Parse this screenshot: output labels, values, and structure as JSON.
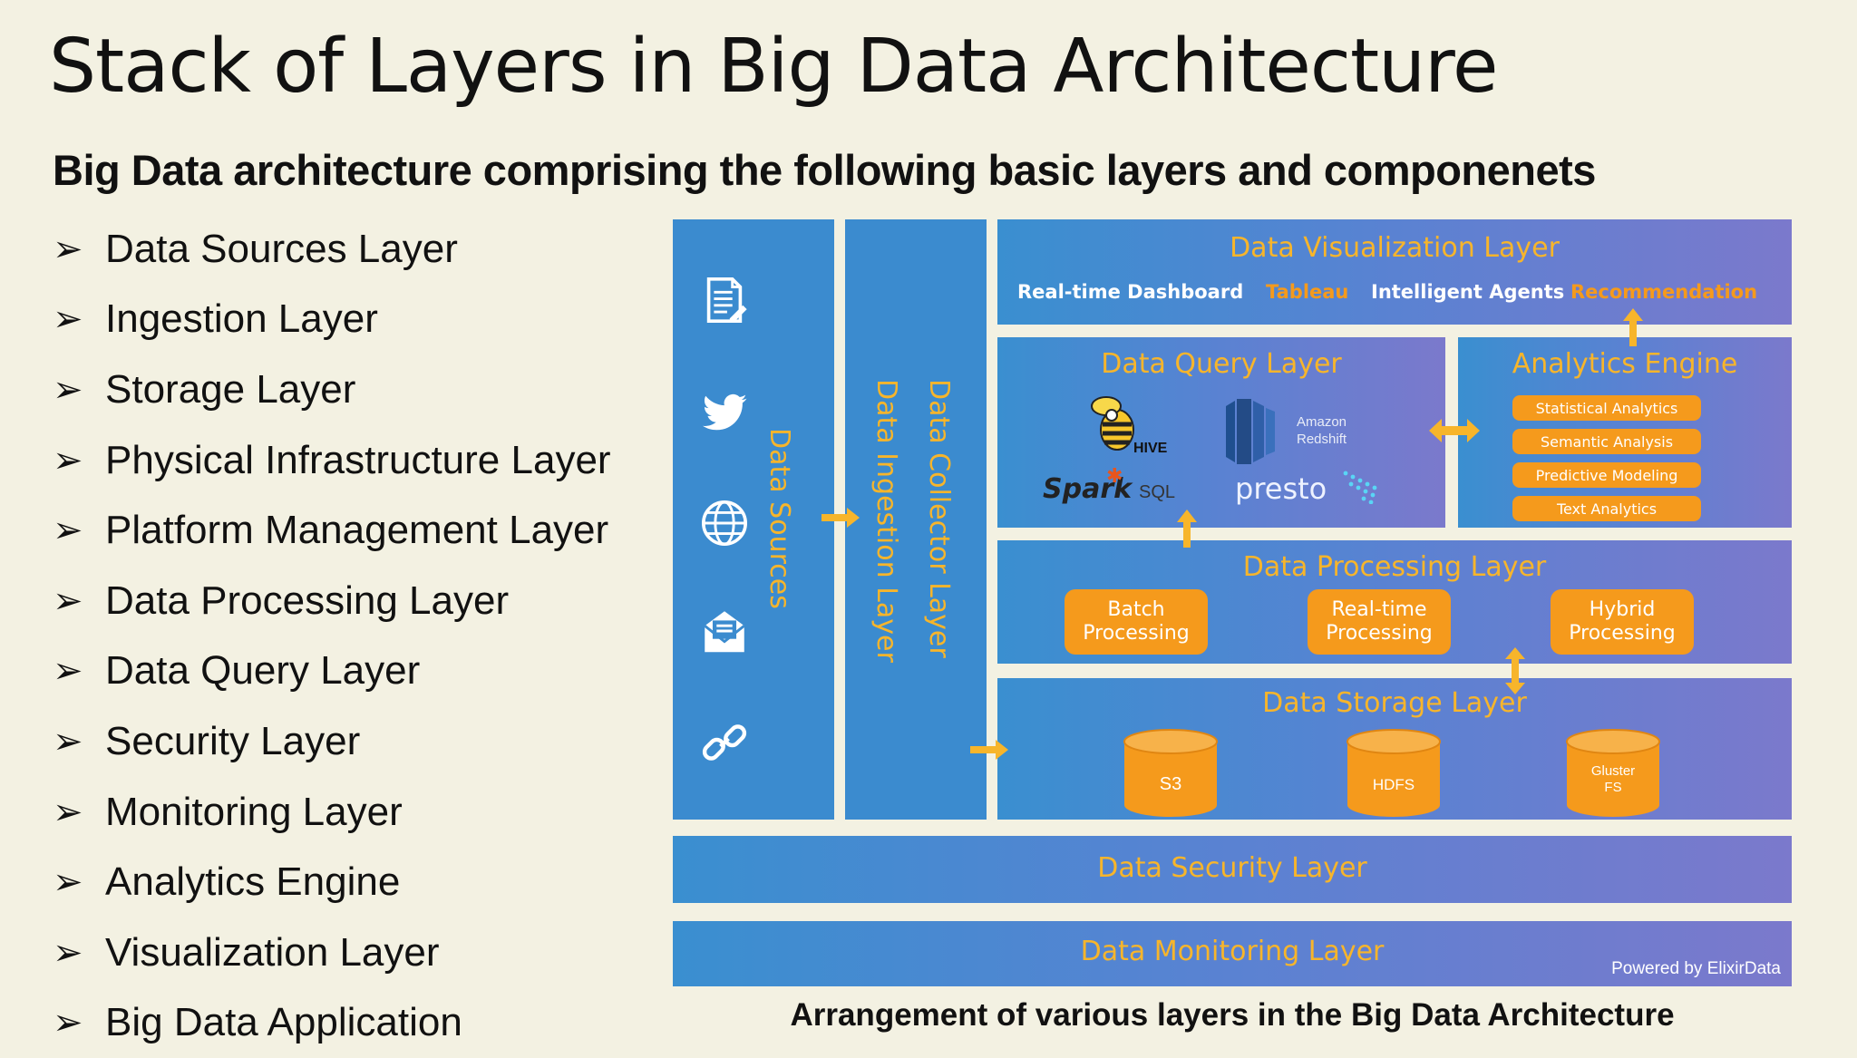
{
  "title": "Stack of Layers in Big Data Architecture",
  "subtitle": "Big Data architecture comprising the following basic layers and componenets",
  "bullets": [
    "Data Sources Layer",
    "Ingestion Layer",
    "Storage Layer",
    "Physical Infrastructure Layer",
    "Platform Management Layer",
    "Data Processing Layer",
    "Data Query Layer",
    "Security Layer",
    "Monitoring Layer",
    "Analytics Engine",
    "Visualization Layer",
    "Big Data Application"
  ],
  "diagram": {
    "sources_label": "Data Sources",
    "ingestion_label": "Data Ingestion Layer",
    "collector_label": "Data Collector Layer",
    "visualization": {
      "title": "Data Visualization Layer",
      "items": [
        "Real-time Dashboard",
        "Tableau",
        "Intelligent Agents",
        "Recommendation"
      ]
    },
    "query": {
      "title": "Data Query Layer",
      "hive": "HIVE",
      "redshift": "Amazon Redshift",
      "spark": "Spark",
      "sql": "SQL",
      "presto": "presto"
    },
    "analytics": {
      "title": "Analytics Engine",
      "items": [
        "Statistical Analytics",
        "Semantic Analysis",
        "Predictive Modeling",
        "Text Analytics"
      ]
    },
    "processing": {
      "title": "Data Processing Layer",
      "items": [
        "Batch Processing",
        "Real-time Processing",
        "Hybrid Processing"
      ]
    },
    "storage": {
      "title": "Data Storage Layer",
      "items": [
        "S3",
        "HDFS",
        "Gluster FS"
      ]
    },
    "security": "Data Security Layer",
    "monitoring": "Data Monitoring Layer",
    "powered_by": "Powered by ElixirData"
  },
  "caption": "Arrangement of various layers in the Big Data Architecture",
  "colors": {
    "accent_orange": "#f59a1c",
    "label_gold": "#f7b52b",
    "panel_blue": "#3b8bcf",
    "panel_purple": "#7b79cc"
  }
}
